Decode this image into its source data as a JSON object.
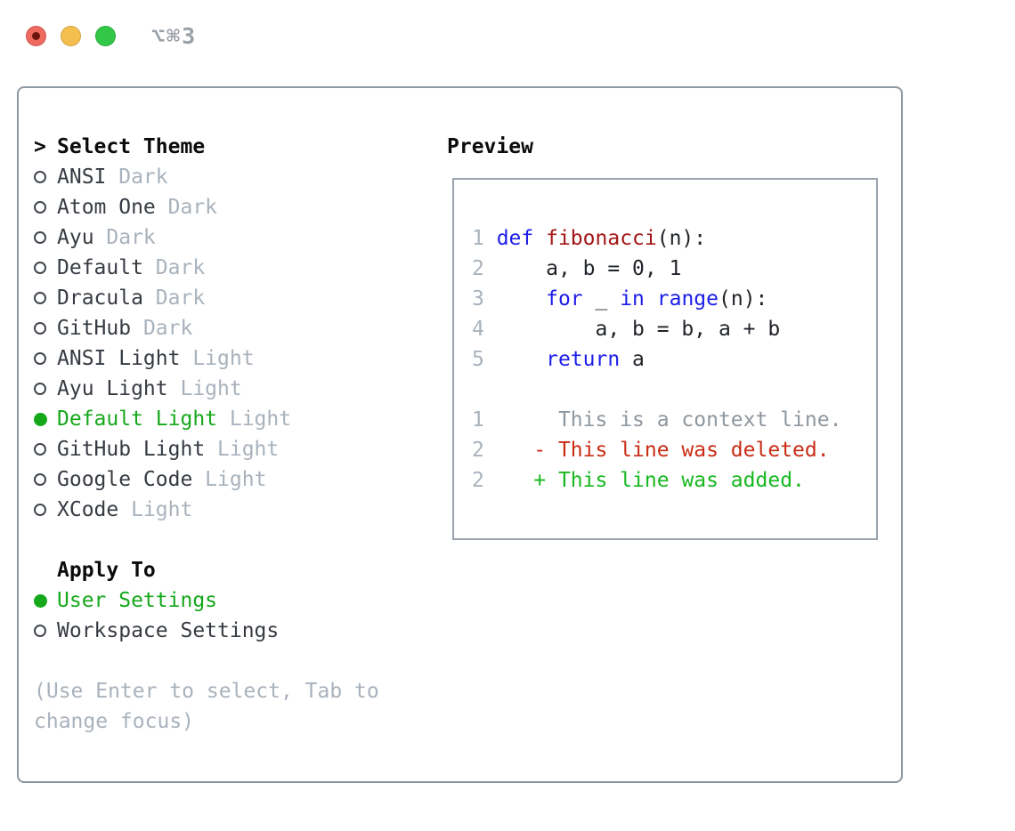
{
  "window": {
    "title": "⌥⌘3"
  },
  "theme_panel": {
    "header": {
      "marker": ">",
      "label": "Select Theme"
    },
    "themes": [
      {
        "name": "ANSI",
        "variant": "Dark",
        "selected": false
      },
      {
        "name": "Atom One",
        "variant": "Dark",
        "selected": false
      },
      {
        "name": "Ayu",
        "variant": "Dark",
        "selected": false
      },
      {
        "name": "Default",
        "variant": "Dark",
        "selected": false
      },
      {
        "name": "Dracula",
        "variant": "Dark",
        "selected": false
      },
      {
        "name": "GitHub",
        "variant": "Dark",
        "selected": false
      },
      {
        "name": "ANSI Light",
        "variant": "Light",
        "selected": false
      },
      {
        "name": "Ayu Light",
        "variant": "Light",
        "selected": false
      },
      {
        "name": "Default Light",
        "variant": "Light",
        "selected": true
      },
      {
        "name": "GitHub Light",
        "variant": "Light",
        "selected": false
      },
      {
        "name": "Google Code",
        "variant": "Light",
        "selected": false
      },
      {
        "name": "XCode",
        "variant": "Light",
        "selected": false
      }
    ],
    "apply_to": {
      "label": "Apply To",
      "options": [
        {
          "name": "User Settings",
          "selected": true
        },
        {
          "name": "Workspace Settings",
          "selected": false
        }
      ]
    },
    "hint": "(Use Enter to select, Tab to change focus)"
  },
  "preview": {
    "title": "Preview",
    "lines": [
      {
        "tokens": [
          [
            "num",
            "1 "
          ],
          [
            "kw",
            "def"
          ],
          [
            "plain",
            " "
          ],
          [
            "fn",
            "fibonacci"
          ],
          [
            "plain",
            "(n):"
          ]
        ]
      },
      {
        "tokens": [
          [
            "num",
            "2 "
          ],
          [
            "plain",
            "    a, b = 0, 1"
          ]
        ]
      },
      {
        "tokens": [
          [
            "num",
            "3 "
          ],
          [
            "plain",
            "    "
          ],
          [
            "kw",
            "for"
          ],
          [
            "plain",
            " _ "
          ],
          [
            "kw",
            "in"
          ],
          [
            "plain",
            " "
          ],
          [
            "kw",
            "range"
          ],
          [
            "plain",
            "(n):"
          ]
        ]
      },
      {
        "tokens": [
          [
            "num",
            "4 "
          ],
          [
            "plain",
            "        a, b = b, a + b"
          ]
        ]
      },
      {
        "tokens": [
          [
            "num",
            "5 "
          ],
          [
            "plain",
            "    "
          ],
          [
            "kw",
            "return"
          ],
          [
            "plain",
            " a"
          ]
        ]
      },
      {
        "tokens": []
      },
      {
        "tokens": [
          [
            "num",
            "1 "
          ],
          [
            "ctx",
            "     This is a context line."
          ]
        ]
      },
      {
        "tokens": [
          [
            "num",
            "2 "
          ],
          [
            "del",
            "   - This line was deleted."
          ]
        ]
      },
      {
        "tokens": [
          [
            "num",
            "2 "
          ],
          [
            "add",
            "   + This line was added."
          ]
        ]
      }
    ]
  },
  "colors": {
    "accent-green": "#15a81b",
    "added-green": "#17b81f",
    "deleted-red": "#c92c15",
    "keyword-blue": "#1c1ce8",
    "function-red": "#a31515",
    "code-text": "#1f2328",
    "muted-gray": "#a9b2bc",
    "context-gray": "#8f979f",
    "linenum-gray": "#a9b2bc",
    "text-dark": "#363b42",
    "heading-black": "#0b0b0c",
    "radio-ring": "#41464e",
    "border-gray": "#8e98a5",
    "preview-border": "#99a2ad",
    "titlebar-gray": "#9aa0a7",
    "light-red": "#ee6a5f",
    "light-yellow": "#f5bf4f",
    "light-green": "#33c748"
  }
}
